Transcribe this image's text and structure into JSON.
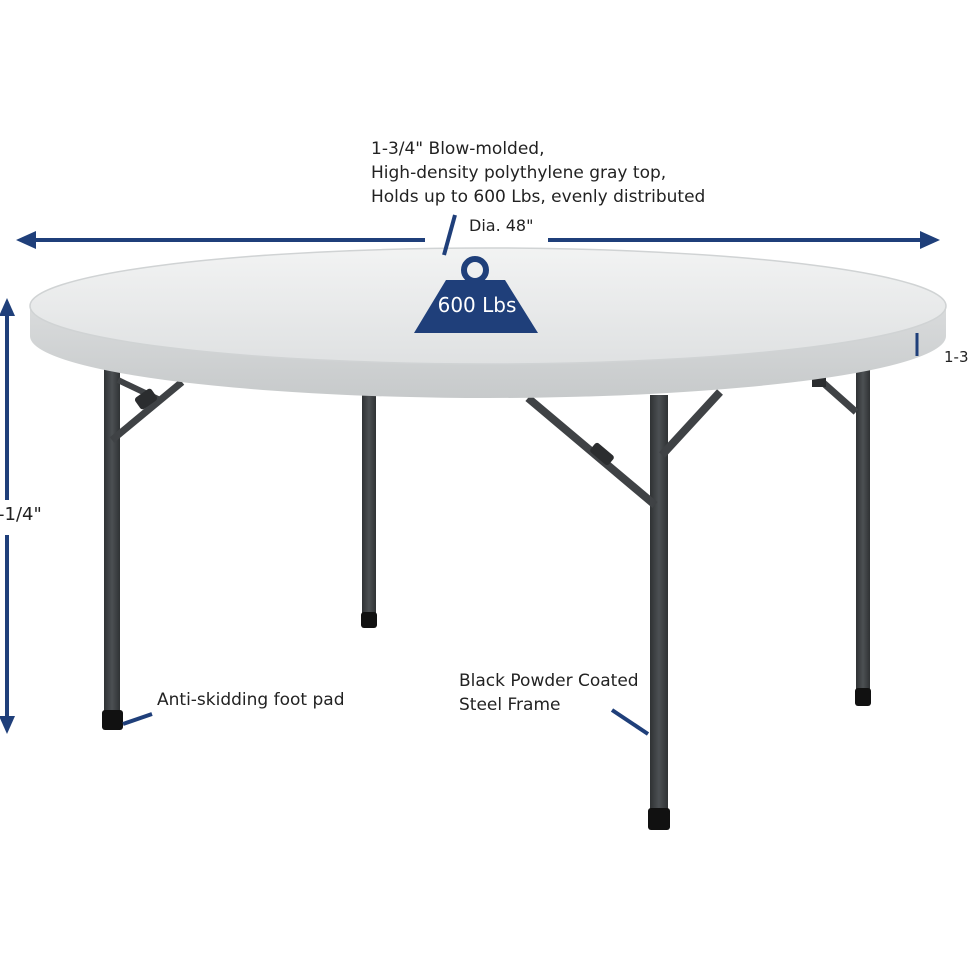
{
  "annotations": {
    "top_description": [
      "1-3/4\" Blow-molded,",
      "High-density polythylene gray top,",
      "Holds up to 600 Lbs, evenly distributed"
    ],
    "diameter": "Dia. 48\"",
    "height": "-1/4\"",
    "thickness": "1-3",
    "foot_pad": "Anti-skidding foot pad",
    "frame": [
      "Black Powder Coated",
      "Steel Frame"
    ]
  },
  "weight_badge": {
    "text": "600 Lbs"
  },
  "colors": {
    "accent": "#1f3f7a",
    "table_top": "#e9eaea",
    "table_edge": "#cfd2d3",
    "frame": "#3f4245",
    "text": "#222222"
  }
}
